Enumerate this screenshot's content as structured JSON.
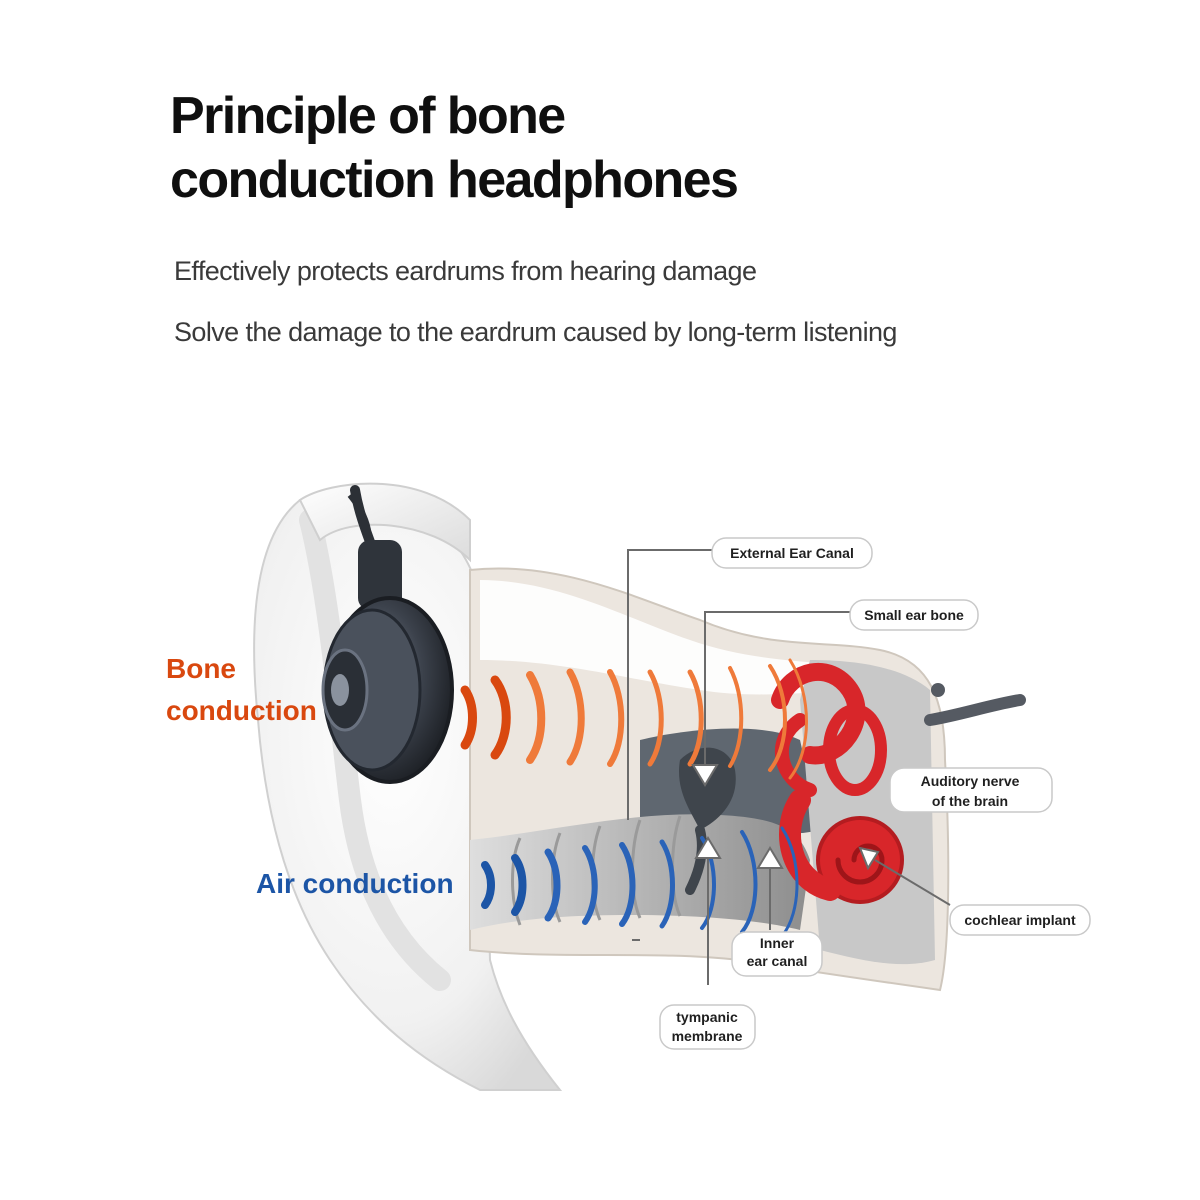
{
  "header": {
    "title_line1": "Principle of bone",
    "title_line2": "conduction headphones",
    "subtitle_line1": "Effectively protects eardrums from hearing damage",
    "subtitle_line2": "Solve the damage to the eardrum caused by long-term listening"
  },
  "diagram": {
    "bone_label_line1": "Bone",
    "bone_label_line2": "conduction",
    "air_label": "Air conduction",
    "callouts": {
      "external_ear_canal": "External Ear Canal",
      "small_ear_bone": "Small ear bone",
      "auditory_nerve_line1": "Auditory nerve",
      "auditory_nerve_line2": "of the brain",
      "cochlear_implant": "cochlear implant",
      "inner_ear_canal_line1": "Inner",
      "inner_ear_canal_line2": "ear canal",
      "tympanic_line1": "tympanic",
      "tympanic_line2": "membrane"
    }
  },
  "colors": {
    "bone": "#d9480f",
    "bone_wave": "#ef7a3a",
    "air": "#1c55a6",
    "air_wave": "#2a63b8",
    "organ": "#d8262a"
  }
}
